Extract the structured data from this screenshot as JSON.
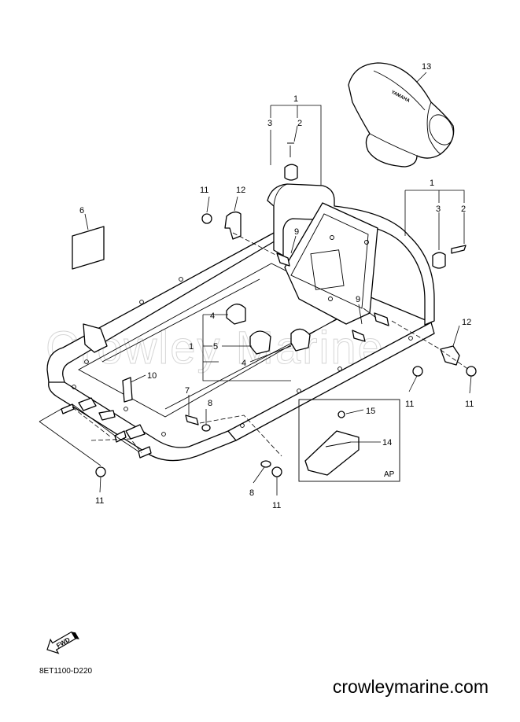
{
  "diagram": {
    "diagram_code": "8ET1100-D220",
    "watermark": "Crowley Marine",
    "site": "crowleymarine.com",
    "fwd_label": "FWD",
    "brand_mark": "YAMAHA",
    "inset_label": "AP"
  },
  "callouts": [
    "1",
    "3",
    "2",
    "13",
    "1",
    "3",
    "2",
    "11",
    "12",
    "6",
    "9",
    "9",
    "4",
    "1",
    "5",
    "4",
    "12",
    "10",
    "11",
    "11",
    "7",
    "8",
    "15",
    "14",
    "11",
    "8",
    "11"
  ]
}
